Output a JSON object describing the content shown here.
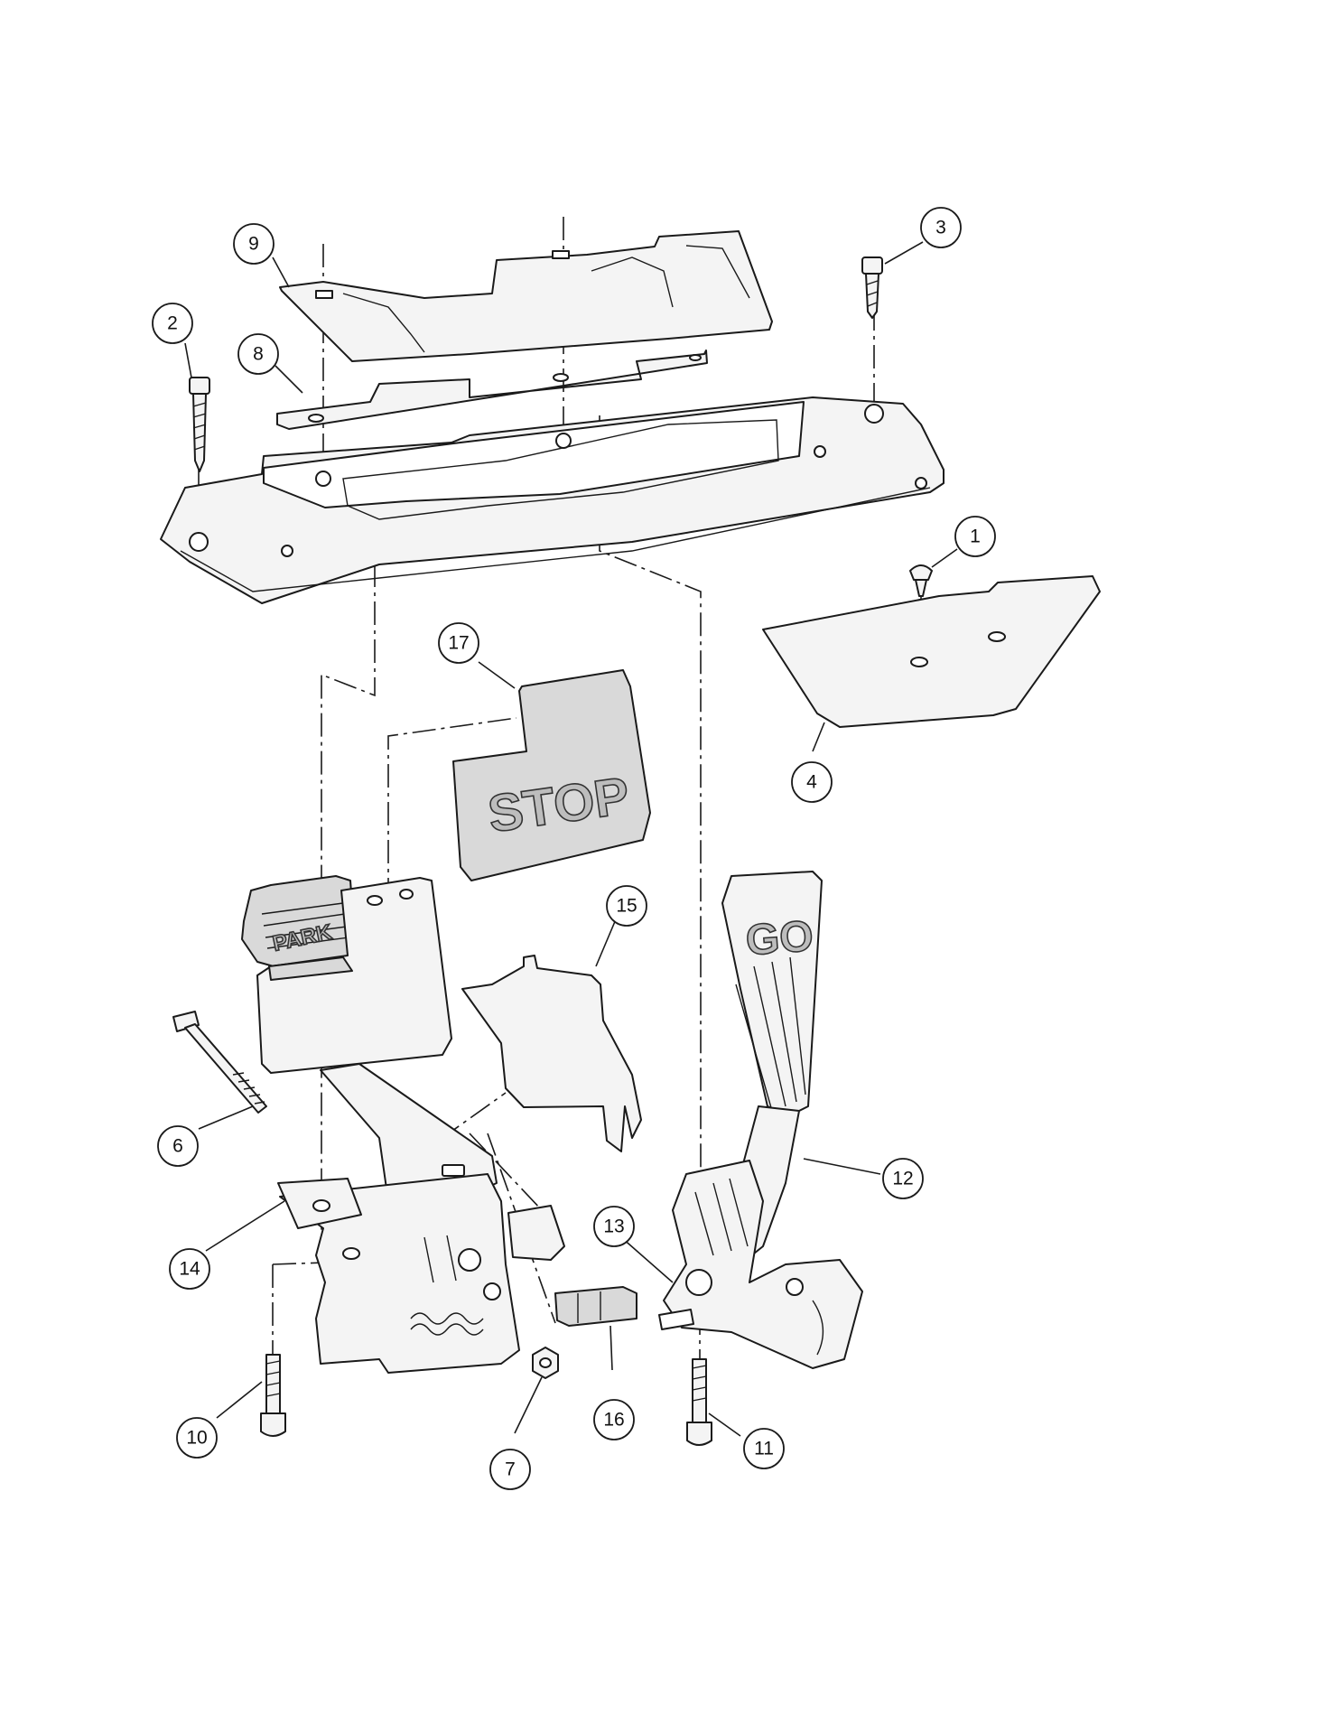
{
  "callouts": [
    {
      "id": "1",
      "label": "1"
    },
    {
      "id": "2",
      "label": "2"
    },
    {
      "id": "3",
      "label": "3"
    },
    {
      "id": "4",
      "label": "4"
    },
    {
      "id": "6",
      "label": "6"
    },
    {
      "id": "7",
      "label": "7"
    },
    {
      "id": "8",
      "label": "8"
    },
    {
      "id": "9",
      "label": "9"
    },
    {
      "id": "10",
      "label": "10"
    },
    {
      "id": "11",
      "label": "11"
    },
    {
      "id": "12",
      "label": "12"
    },
    {
      "id": "13",
      "label": "13"
    },
    {
      "id": "14",
      "label": "14"
    },
    {
      "id": "15",
      "label": "15"
    },
    {
      "id": "16",
      "label": "16"
    },
    {
      "id": "17",
      "label": "17"
    }
  ],
  "embossed_text": {
    "stop_pad": "STOP",
    "go_pedal": "GO",
    "park_switch": "PARK"
  },
  "colors": {
    "line": "#1a1a1a",
    "part_fill": "#f4f4f4",
    "part_shade": "#d9d9d9",
    "background": "#ffffff"
  }
}
